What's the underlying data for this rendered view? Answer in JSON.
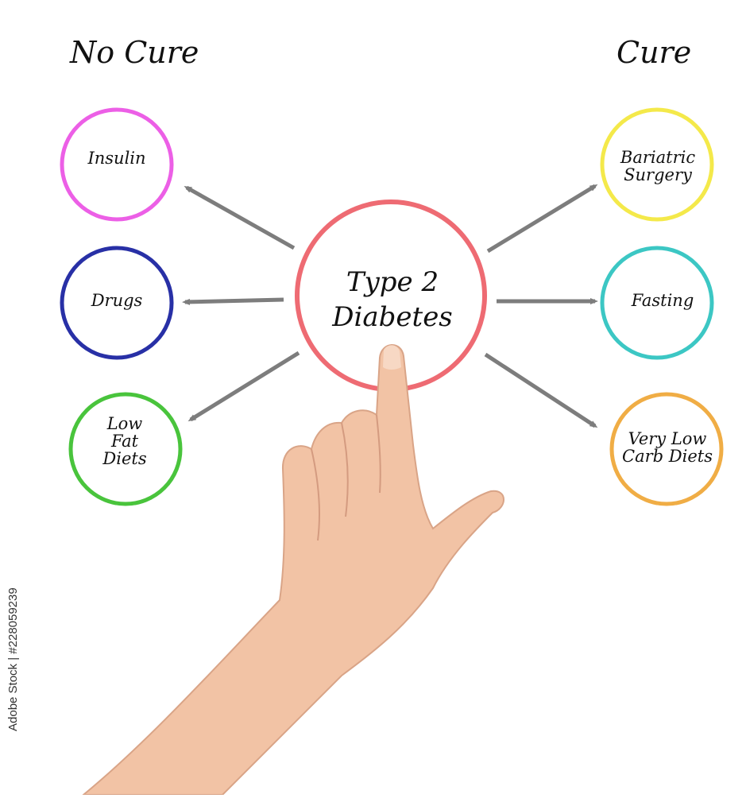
{
  "headings": {
    "no_cure": "No Cure",
    "cure": "Cure"
  },
  "center": {
    "line1": "Type 2",
    "line2": "Diabetes",
    "color": "#ee6b73"
  },
  "no_cure_items": [
    {
      "lines": [
        "Insulin"
      ],
      "color": "#ec5fe6"
    },
    {
      "lines": [
        "Drugs"
      ],
      "color": "#2830a6"
    },
    {
      "lines": [
        "Low",
        "Fat",
        "Diets"
      ],
      "color": "#49c43c"
    }
  ],
  "cure_items": [
    {
      "lines": [
        "Bariatric",
        "Surgery"
      ],
      "color": "#f4e94a"
    },
    {
      "lines": [
        "Fasting"
      ],
      "color": "#3cc7c4"
    },
    {
      "lines": [
        "Very Low",
        "Carb Diets"
      ],
      "color": "#f0ad45"
    }
  ],
  "arrow_color": "#7d7d7d",
  "watermark": "Adobe Stock | #228059239"
}
